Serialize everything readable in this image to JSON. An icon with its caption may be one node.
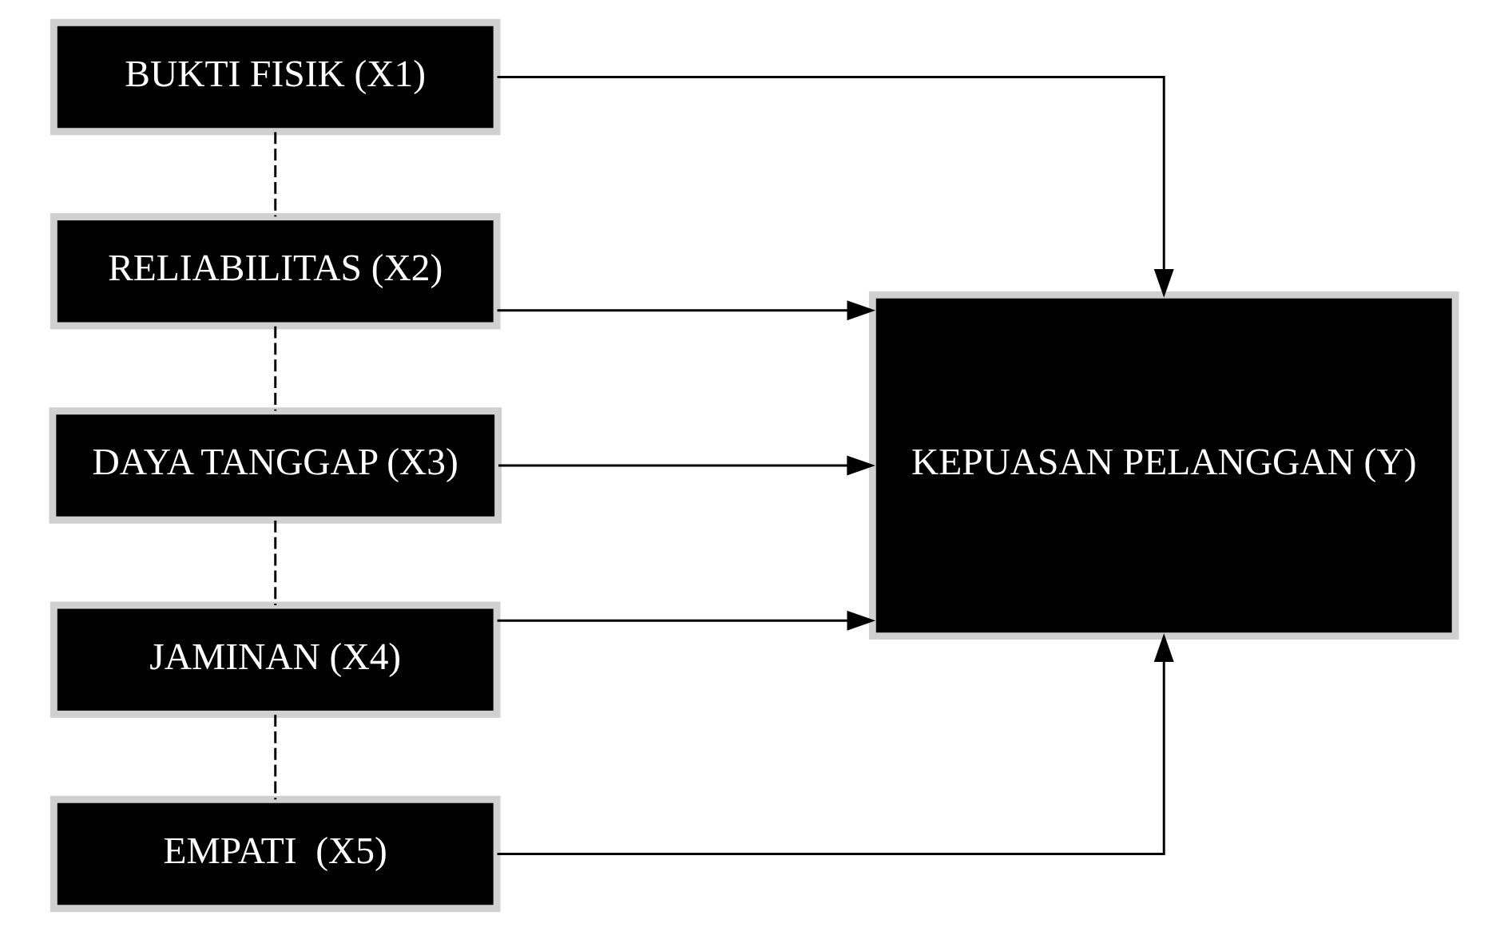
{
  "diagram": {
    "nodes": [
      {
        "text": [
          "BUKTI FISIK (X1)"
        ]
      },
      {
        "text": [
          "RELIABILITAS (X2)"
        ]
      },
      {
        "text": [
          "DAYA TANGGAP (X3)"
        ]
      },
      {
        "text": [
          "JAMINAN (X4)"
        ]
      },
      {
        "text": [
          "EMPATI  (X5)"
        ]
      },
      {
        "text": [
          "KEPUASAN PELANGGAN (Y)"
        ]
      }
    ],
    "edges": [
      {
        "from": 0,
        "to": 5,
        "arrow": "to"
      },
      {
        "from": 1,
        "to": 5,
        "arrow": "to"
      },
      {
        "from": 2,
        "to": 5,
        "arrow": "to"
      },
      {
        "from": 3,
        "to": 5,
        "arrow": "to"
      },
      {
        "from": 4,
        "to": 5,
        "arrow": "to"
      },
      {
        "from": 0,
        "to": 1,
        "arrow": "none",
        "style": "dashed"
      },
      {
        "from": 1,
        "to": 2,
        "arrow": "none",
        "style": "dashed"
      },
      {
        "from": 2,
        "to": 3,
        "arrow": "none",
        "style": "dashed"
      },
      {
        "from": 3,
        "to": 4,
        "arrow": "none",
        "style": "dashed"
      }
    ]
  }
}
